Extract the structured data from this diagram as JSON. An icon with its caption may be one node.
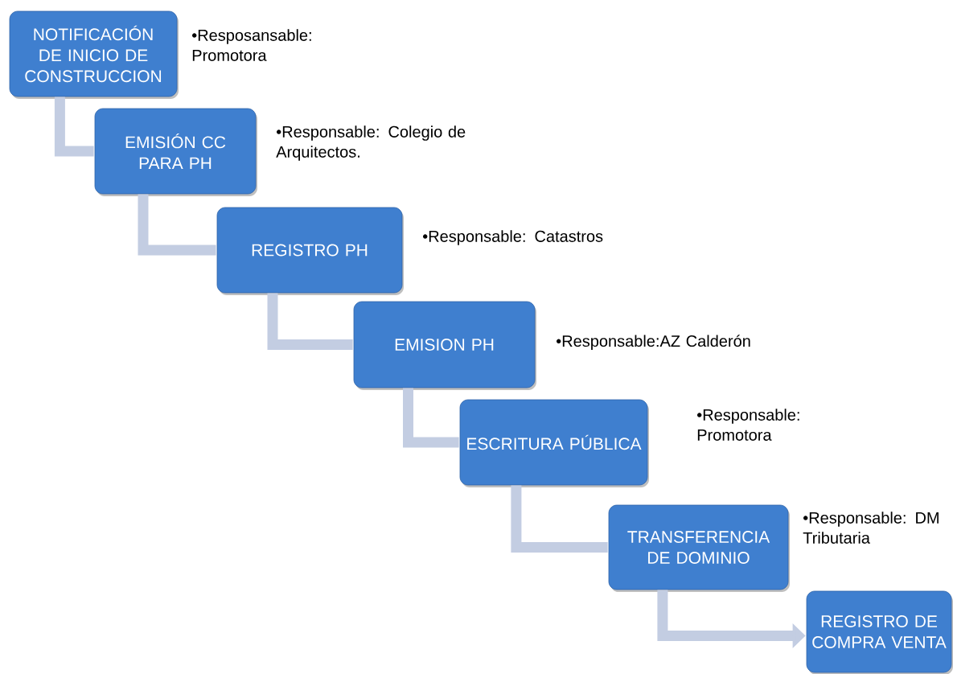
{
  "diagram": {
    "nodes": [
      {
        "text": [
          "NOTIFICACIÓN DE INICIO DE CONSTRUCCION"
        ],
        "beside": [
          "•Resposansable: Promotora"
        ]
      },
      {
        "text": [
          "EMISIÓN CC PARA PH"
        ],
        "beside": [
          "•Responsable: Colegio de Arquitectos."
        ]
      },
      {
        "text": [
          "REGISTRO PH"
        ],
        "beside": [
          "•Responsable: Catastros"
        ]
      },
      {
        "text": [
          "EMISION PH"
        ],
        "beside": [
          "•Responsable:AZ Calderón"
        ]
      },
      {
        "text": [
          "ESCRITURA PÚBLICA"
        ],
        "beside": [
          "•Responsable: Promotora"
        ]
      },
      {
        "text": [
          "TRANSFERENCIA DE DOMINIO"
        ],
        "beside": [
          "•Responsable: DM Tributaria"
        ]
      },
      {
        "text": [
          "REGISTRO DE COMPRA VENTA"
        ]
      }
    ],
    "edges": [
      {
        "from": 0,
        "to": 1,
        "arrow": "none"
      },
      {
        "from": 1,
        "to": 2,
        "arrow": "none"
      },
      {
        "from": 2,
        "to": 3,
        "arrow": "none"
      },
      {
        "from": 3,
        "to": 4,
        "arrow": "none"
      },
      {
        "from": 4,
        "to": 5,
        "arrow": "none"
      },
      {
        "from": 5,
        "to": 6,
        "arrow": "to"
      }
    ]
  }
}
